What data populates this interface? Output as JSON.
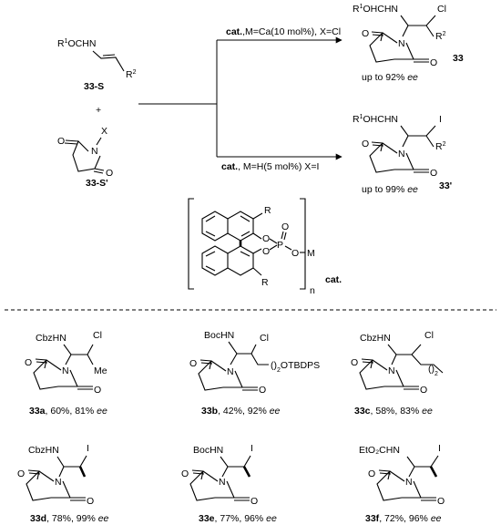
{
  "scheme": {
    "reactant1": {
      "group": "R",
      "sup1": "1",
      "tail": "OCHN",
      "r2": "R",
      "sup2": "2",
      "label": "33-S"
    },
    "plus": "+",
    "reactant2": {
      "x": "X",
      "n": "N",
      "label": "33-S'"
    },
    "top_condition": {
      "cat": "cat.",
      "rest": ",M=Ca(10 mol%), X=Cl"
    },
    "bottom_condition": {
      "cat": "cat.",
      "rest": ", M=H(5 mol%) X=I"
    },
    "product_top": {
      "group": "R",
      "sup1": "1",
      "tail": "OHCHN",
      "halogen": "Cl",
      "r2": "R",
      "sup2": "2",
      "n": "N",
      "number": "33",
      "yield": "up to 92% ",
      "ee": "ee"
    },
    "product_bottom": {
      "group": "R",
      "sup1": "1",
      "tail": "OHCHN",
      "halogen": "I",
      "r2": "R",
      "sup2": "2",
      "n": "N",
      "number": "33'",
      "yield": "up to 99% ",
      "ee": "ee"
    },
    "catalyst": {
      "r_top": "R",
      "r_bottom": "R",
      "o1": "O",
      "o2": "O",
      "o3": "O",
      "o4": "O",
      "p": "P",
      "m": "M",
      "n": "n",
      "label": "cat."
    }
  },
  "examples": [
    {
      "nh": "CbzHN",
      "halogen": "Cl",
      "side": "Me",
      "n": "N",
      "id": "33a",
      "yield": ", 60%, 81% ",
      "ee": "ee"
    },
    {
      "nh": "BocHN",
      "halogen": "Cl",
      "side": "OTBDPS",
      "sub": "2",
      "n": "N",
      "id": "33b",
      "yield": ", 42%, 92% ",
      "ee": "ee"
    },
    {
      "nh": "CbzHN",
      "halogen": "Cl",
      "side": "",
      "sub": "2",
      "n": "N",
      "id": "33c",
      "yield": ", 58%, 83% ",
      "ee": "ee"
    },
    {
      "nh": "CbzHN",
      "halogen": "I",
      "n": "N",
      "id": "33d",
      "yield": ", 78%, 99% ",
      "ee": "ee"
    },
    {
      "nh": "BocHN",
      "halogen": "I",
      "n": "N",
      "id": "33e",
      "yield": ", 77%, 96% ",
      "ee": "ee"
    },
    {
      "nh": "EtO₂CHN",
      "halogen": "I",
      "n": "N",
      "id": "33f",
      "yield": ", 72%, 96% ",
      "ee": "ee"
    }
  ]
}
